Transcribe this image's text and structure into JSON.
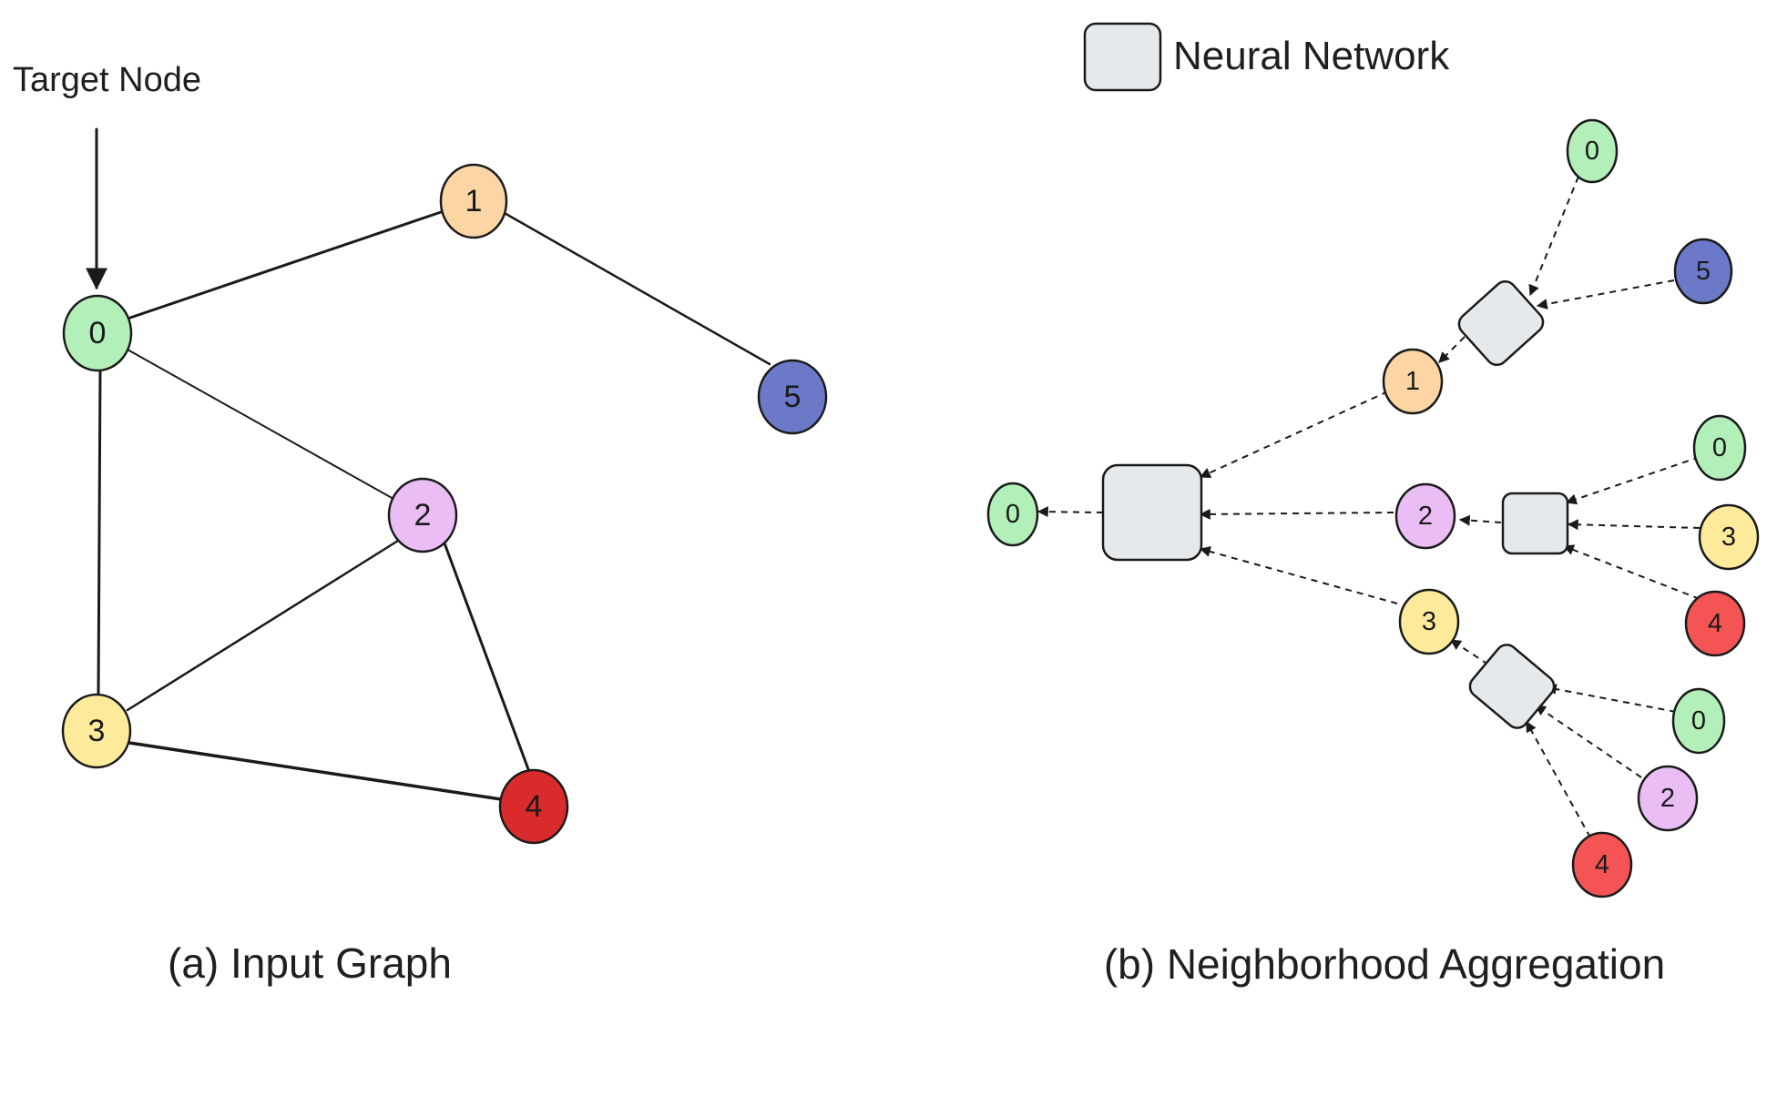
{
  "target_label": "Target Node",
  "legend": {
    "label": "Neural Network",
    "color": "#e6e9ec"
  },
  "caption_a": "(a) Input Graph",
  "caption_b": "(b) Neighborhood Aggregation",
  "colors": {
    "node0": "#b2efb9",
    "node1": "#fcd5a5",
    "node2": "#ebbdf5",
    "node3": "#fdeb9b",
    "node4_graph": "#d92b2b",
    "node4_tree": "#f45454",
    "node5": "#6c79c8"
  },
  "graph": {
    "nodes": [
      "0",
      "1",
      "2",
      "3",
      "4",
      "5"
    ],
    "edges": [
      [
        "0",
        "1"
      ],
      [
        "1",
        "5"
      ],
      [
        "0",
        "2"
      ],
      [
        "0",
        "3"
      ],
      [
        "2",
        "3"
      ],
      [
        "2",
        "4"
      ],
      [
        "3",
        "4"
      ]
    ]
  },
  "tree": {
    "root": "0",
    "level1": [
      "1",
      "2",
      "3"
    ],
    "children_of_1": [
      "0",
      "5"
    ],
    "children_of_2": [
      "0",
      "3",
      "4"
    ],
    "children_of_3": [
      "0",
      "2",
      "4"
    ]
  }
}
